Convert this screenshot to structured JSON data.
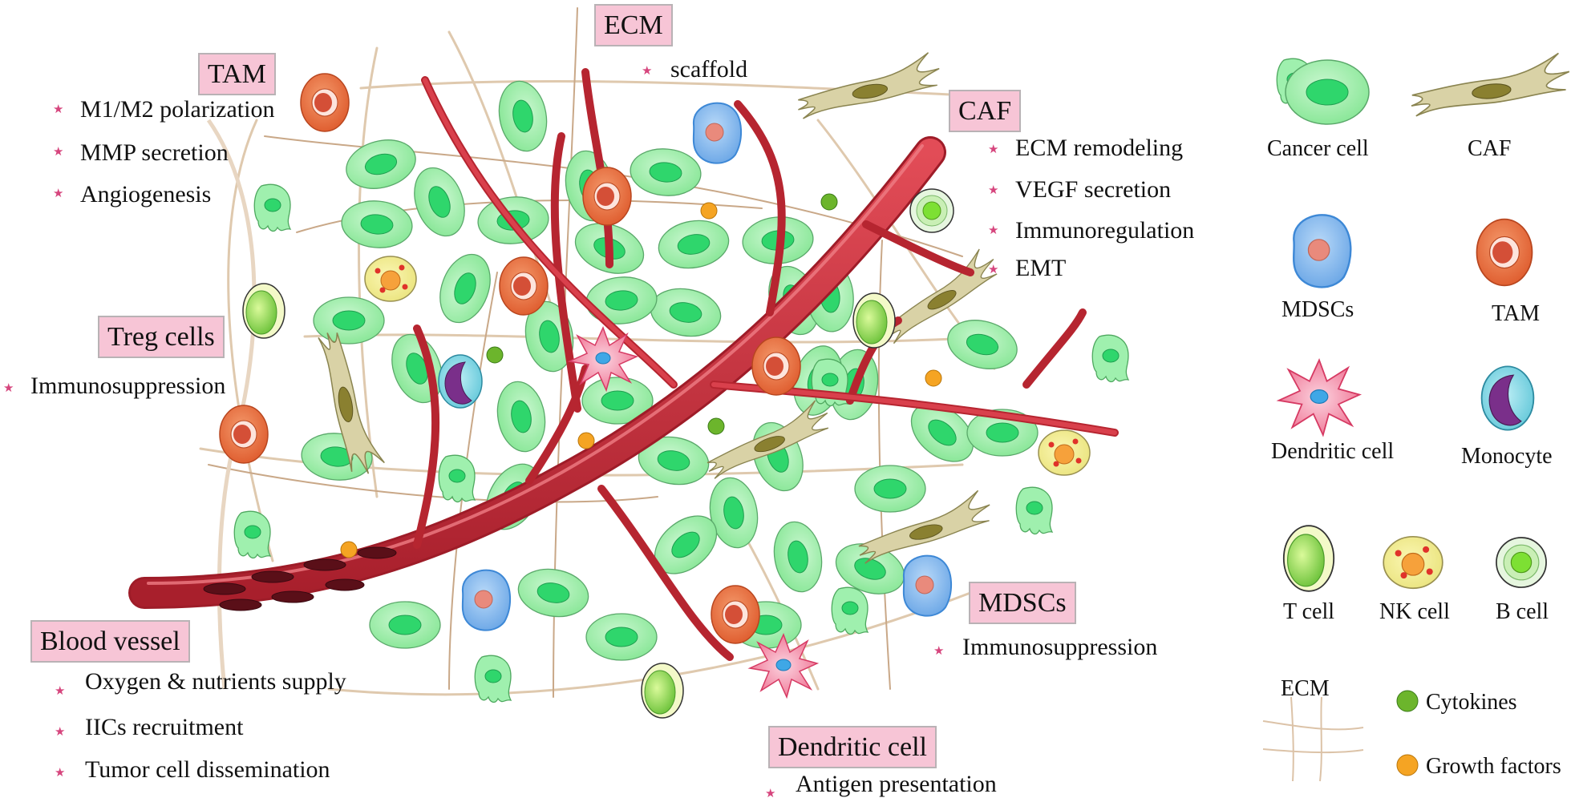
{
  "labels": {
    "ecm": {
      "title": "ECM",
      "items": [
        "scaffold"
      ]
    },
    "tam": {
      "title": "TAM",
      "items": [
        "M1/M2 polarization",
        "MMP secretion",
        "Angiogenesis"
      ]
    },
    "caf": {
      "title": "CAF",
      "items": [
        "ECM remodeling",
        "VEGF secretion",
        "Immunoregulation",
        "EMT"
      ]
    },
    "treg": {
      "title": "Treg cells",
      "items": [
        "Immunosuppression"
      ]
    },
    "mdscs": {
      "title": "MDSCs",
      "items": [
        "Immunosuppression"
      ]
    },
    "blood_vessel": {
      "title": "Blood vessel",
      "items": [
        "Oxygen & nutrients supply",
        "IICs recruitment",
        "Tumor cell dissemination"
      ]
    },
    "dendritic": {
      "title": "Dendritic cell",
      "items": [
        "Antigen presentation"
      ]
    }
  },
  "legend": {
    "cancer_cell": "Cancer cell",
    "caf": "CAF",
    "mdscs": "MDSCs",
    "tam": "TAM",
    "dendritic_cell": "Dendritic cell",
    "monocyte": "Monocyte",
    "t_cell": "T cell",
    "nk_cell": "NK cell",
    "b_cell": "B cell",
    "ecm": "ECM",
    "cytokines": "Cytokines",
    "growth_factors": "Growth factors"
  },
  "colors": {
    "tag_fill": "#f7c5d6",
    "bullet_star": "#d6457d",
    "cancer_cell": "#9df0a8",
    "cancer_nucleus": "#2fd66c",
    "vessel": "#c8323f",
    "tam": "#e8673a",
    "mdsc": "#7fb6ee",
    "ecm_fiber": "#d9bfa0",
    "caf": "#d6cfa0",
    "cytokine": "#6cb52c",
    "growth_factor": "#f5a423"
  }
}
